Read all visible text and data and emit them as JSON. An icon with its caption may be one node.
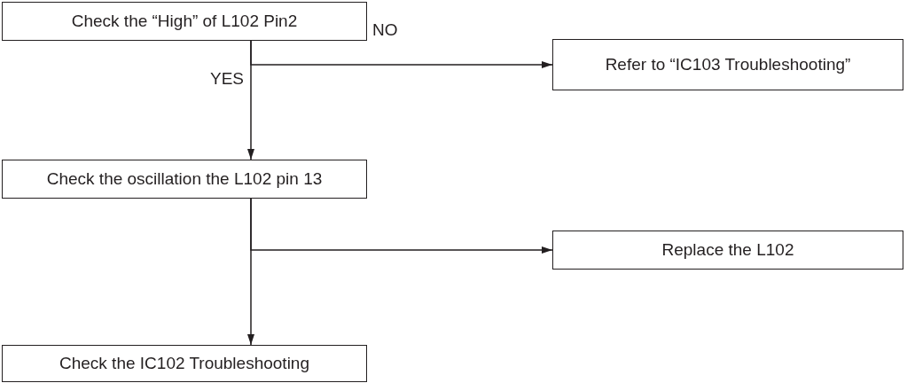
{
  "diagram": {
    "nodes": [
      {
        "text": [
          "Check the “High” of L102 Pin2"
        ]
      },
      {
        "text": [
          "Refer to “IC103 Troubleshooting”"
        ]
      },
      {
        "text": [
          "Check the oscillation the L102 pin 13"
        ]
      },
      {
        "text": [
          "Replace the L102"
        ]
      },
      {
        "text": [
          "Check the IC102 Troubleshooting"
        ]
      }
    ],
    "edges": [
      {
        "from": 0,
        "to": 1,
        "arrow": "to",
        "label": "NO"
      },
      {
        "from": 0,
        "to": 2,
        "arrow": "to",
        "label": "YES"
      },
      {
        "from": 2,
        "to": 3,
        "arrow": "to"
      },
      {
        "from": 2,
        "to": 4,
        "arrow": "to"
      }
    ]
  }
}
